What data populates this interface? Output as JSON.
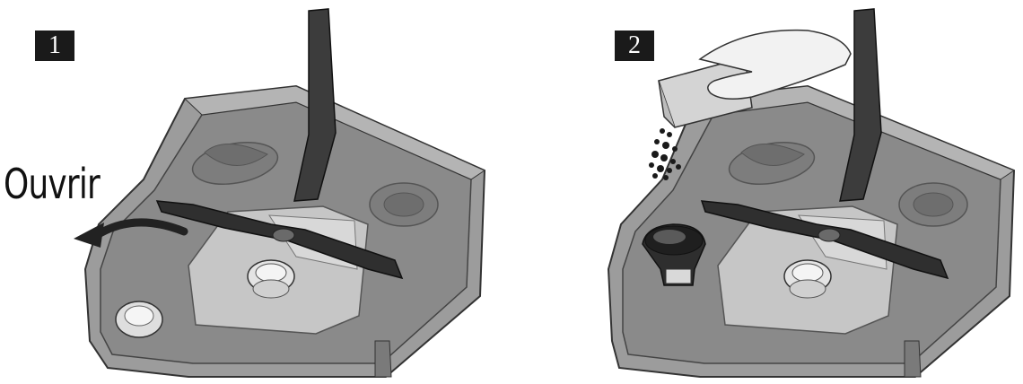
{
  "steps": [
    {
      "number": "1",
      "label": "Ouvrir"
    },
    {
      "number": "2"
    }
  ],
  "colors": {
    "tub_gray": "#9a9a9a",
    "tub_dark": "#5e5e5e",
    "arm_dark": "#3a3a3a",
    "badge_bg": "#1a1a1a"
  }
}
